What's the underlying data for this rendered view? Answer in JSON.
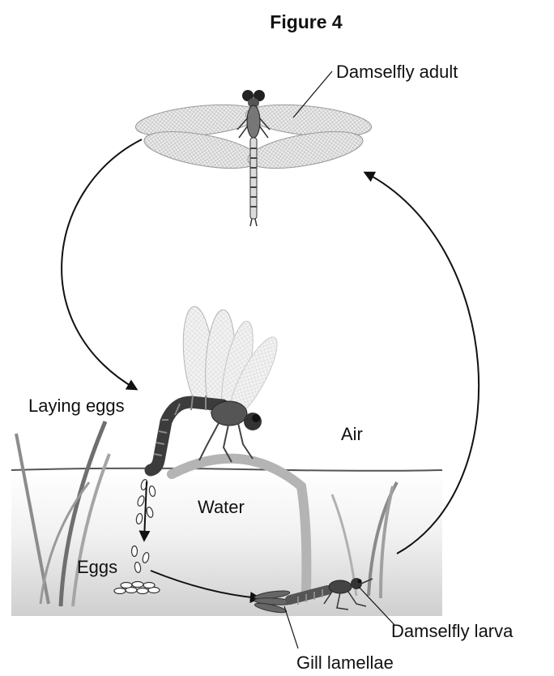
{
  "figure": {
    "title": "Figure 4"
  },
  "labels": {
    "adult": "Damselfly adult",
    "laying_eggs": "Laying eggs",
    "air": "Air",
    "water": "Water",
    "eggs": "Eggs",
    "larva": "Damselfly larva",
    "gills": "Gill lamellae"
  },
  "icons": {
    "adult": "damselfly-top-view-icon",
    "laying": "damselfly-side-view-icon",
    "larva": "damselfly-larva-icon",
    "eggs": "egg-cluster-icon"
  }
}
